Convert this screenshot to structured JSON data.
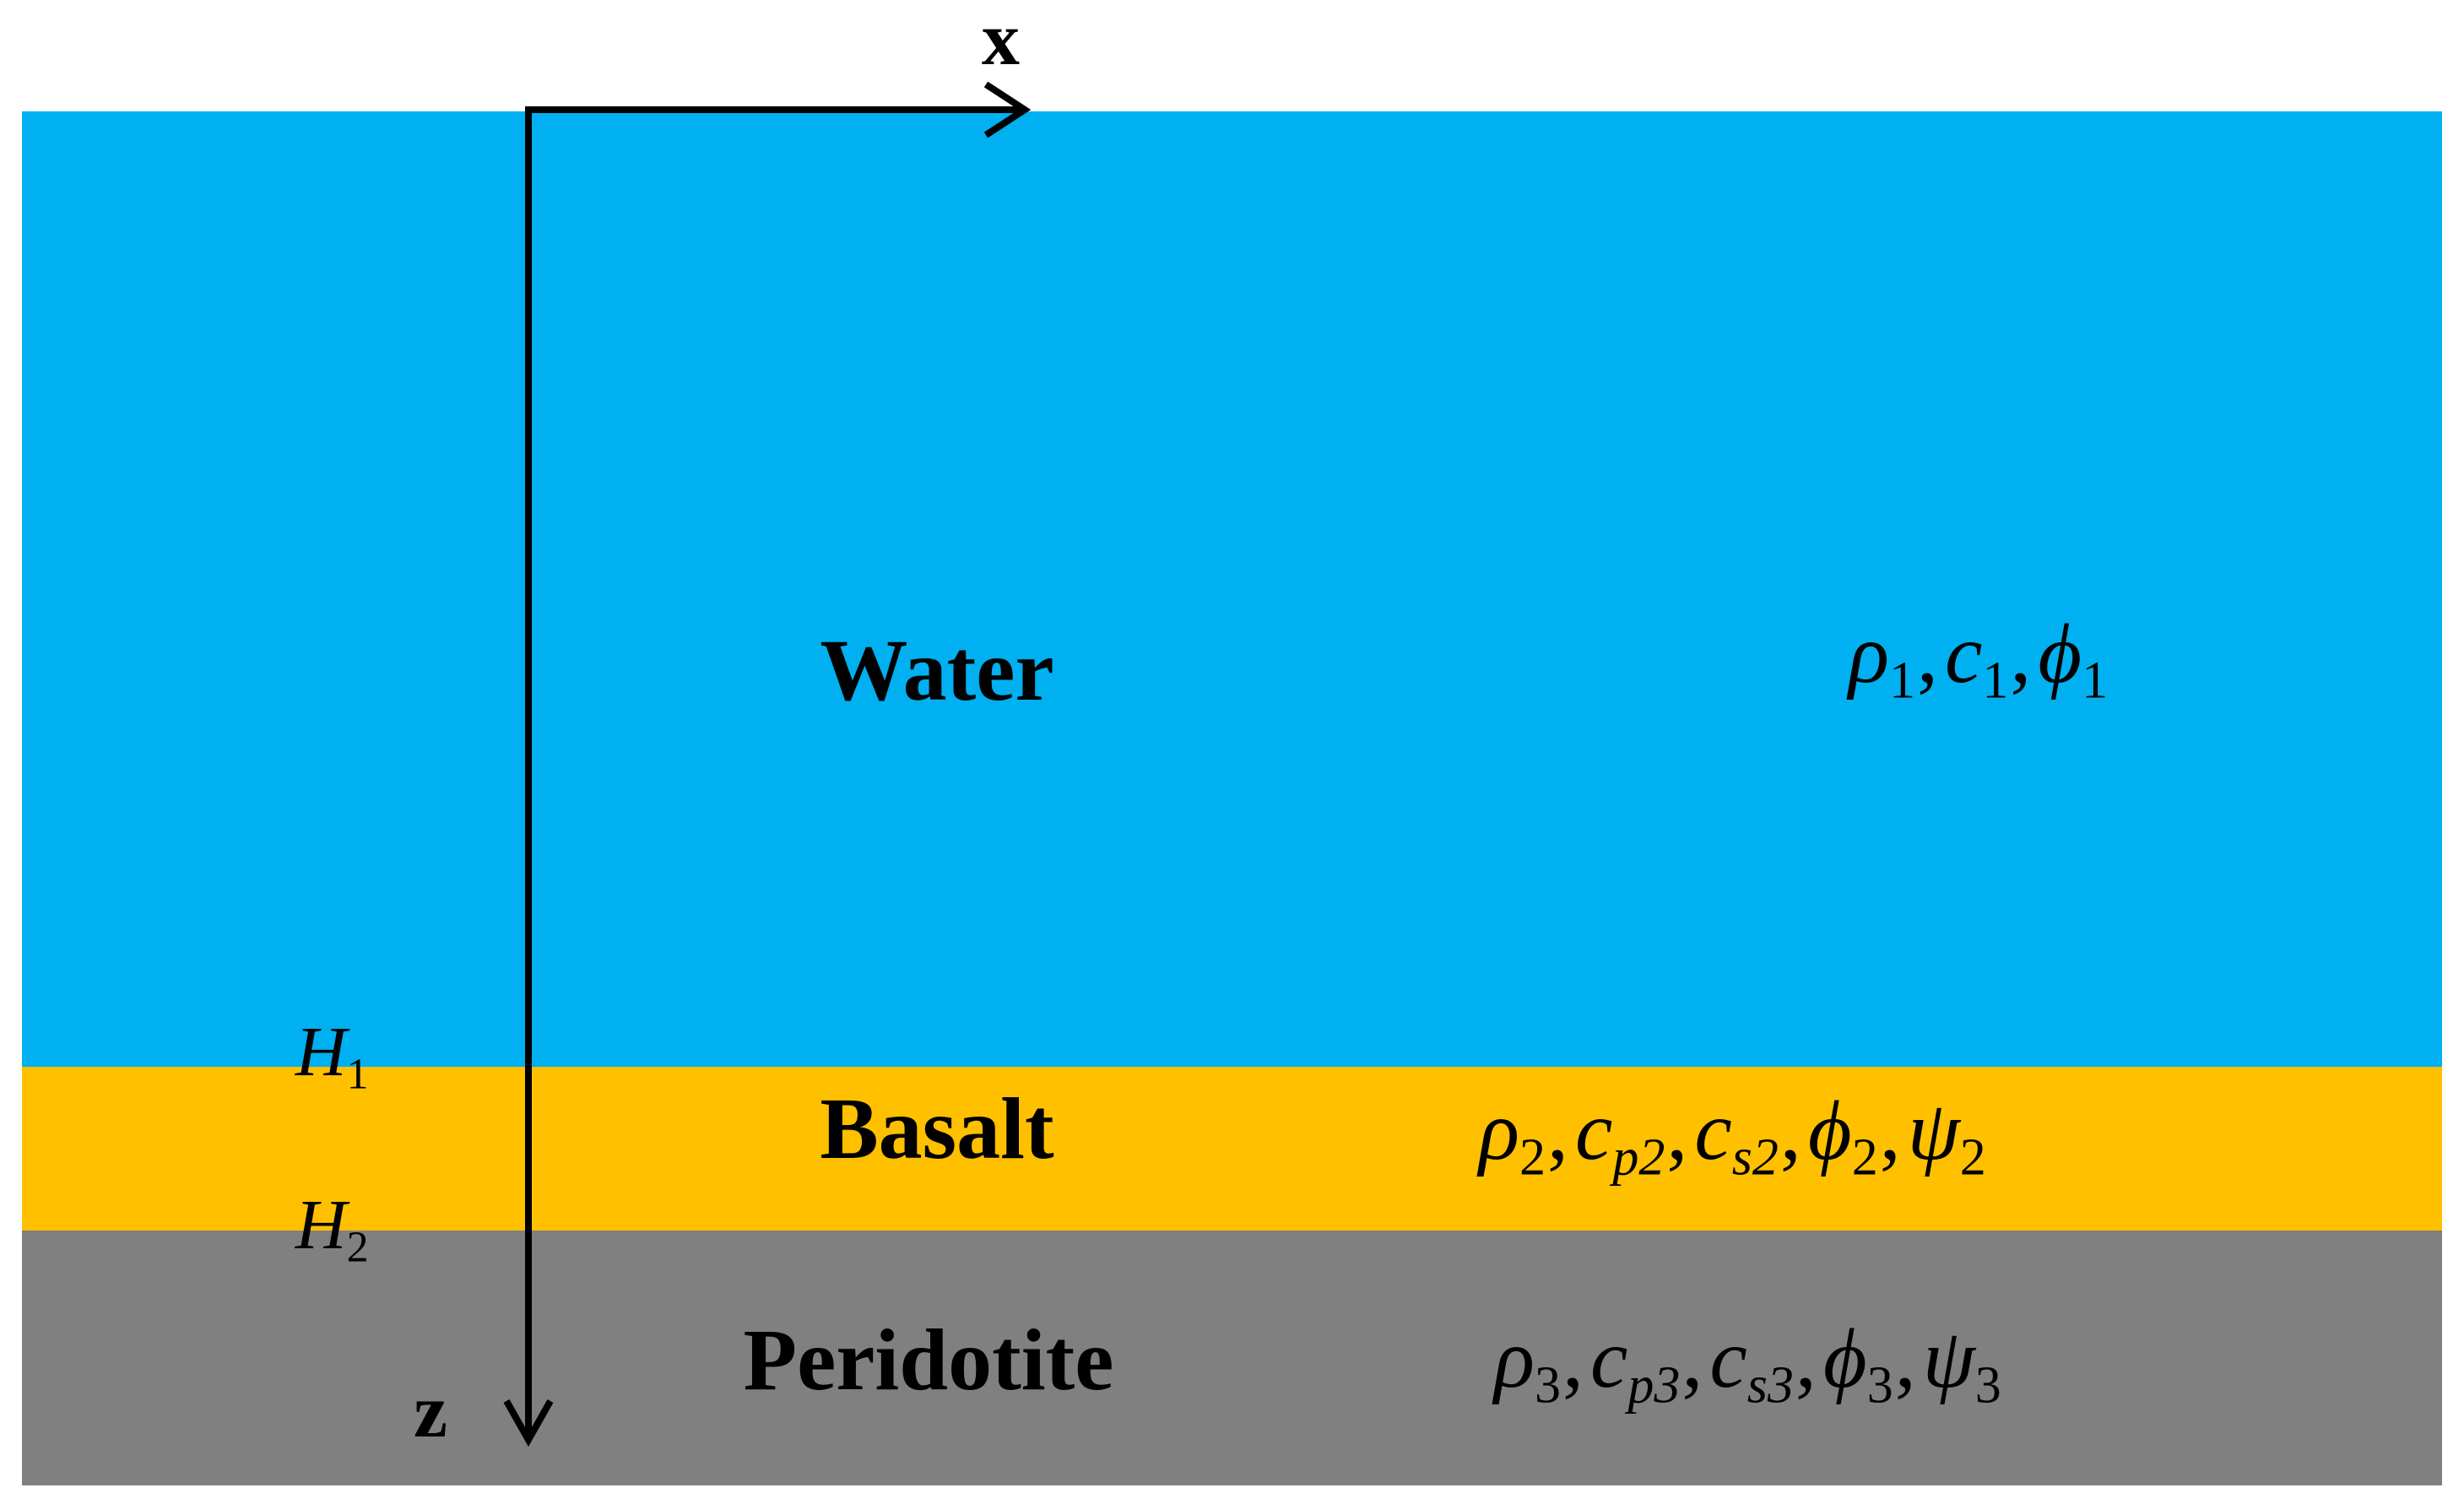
{
  "colors": {
    "water": "#00B0F0",
    "basalt": "#FFC000",
    "peridotite": "#808080",
    "axes": "#000000"
  },
  "axes": {
    "x_label": "x",
    "z_label": "z"
  },
  "interfaces": {
    "h1": {
      "symbol": "H",
      "sub": "1"
    },
    "h2": {
      "symbol": "H",
      "sub": "2"
    }
  },
  "layers": {
    "water": {
      "name": "Water",
      "params": [
        {
          "symbol": "ρ",
          "sub": "1"
        },
        {
          "symbol": "c",
          "sub": "1"
        },
        {
          "symbol": "ϕ",
          "sub": "1"
        }
      ]
    },
    "basalt": {
      "name": "Basalt",
      "params": [
        {
          "symbol": "ρ",
          "sub": "2"
        },
        {
          "symbol": "c",
          "sub": "p2"
        },
        {
          "symbol": "c",
          "sub": "s2"
        },
        {
          "symbol": "ϕ",
          "sub": "2"
        },
        {
          "symbol": "ψ",
          "sub": "2"
        }
      ]
    },
    "peridotite": {
      "name": "Peridotite",
      "params": [
        {
          "symbol": "ρ",
          "sub": "3"
        },
        {
          "symbol": "c",
          "sub": "p3"
        },
        {
          "symbol": "c",
          "sub": "s3"
        },
        {
          "symbol": "ϕ",
          "sub": "3"
        },
        {
          "symbol": "ψ",
          "sub": "3"
        }
      ]
    }
  }
}
